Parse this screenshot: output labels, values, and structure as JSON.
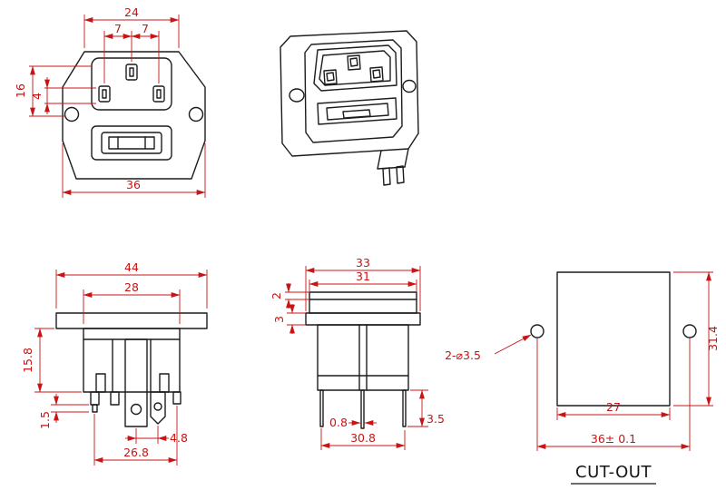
{
  "colors": {
    "outline": "#1c1c1c",
    "dimension": "#c81414",
    "background": "#ffffff"
  },
  "views": {
    "front": {
      "dims": {
        "top_width": "24",
        "pin_pitch_left": "7",
        "pin_pitch_right": "7",
        "height": "16",
        "pin_offset": "4",
        "overall_width": "36"
      }
    },
    "back": {
      "dims": {
        "flange_width": "44",
        "body_width": "28",
        "body_height": "15.8",
        "tab_thickness": "1.5",
        "terminal_offset": "4.8",
        "pin_span": "26.8"
      }
    },
    "side": {
      "dims": {
        "flange_width": "33",
        "body_width": "31",
        "lip_height": "2",
        "flange_thickness": "3",
        "pin_thickness": "0.8",
        "pin_span": "30.8",
        "pin_length": "3.5"
      }
    },
    "cutout": {
      "title": "CUT-OUT",
      "dims": {
        "height": "31.4",
        "opening_width": "27",
        "hole_spacing": "36± 0.1",
        "holes_note": "2-⌀3.5"
      }
    }
  }
}
